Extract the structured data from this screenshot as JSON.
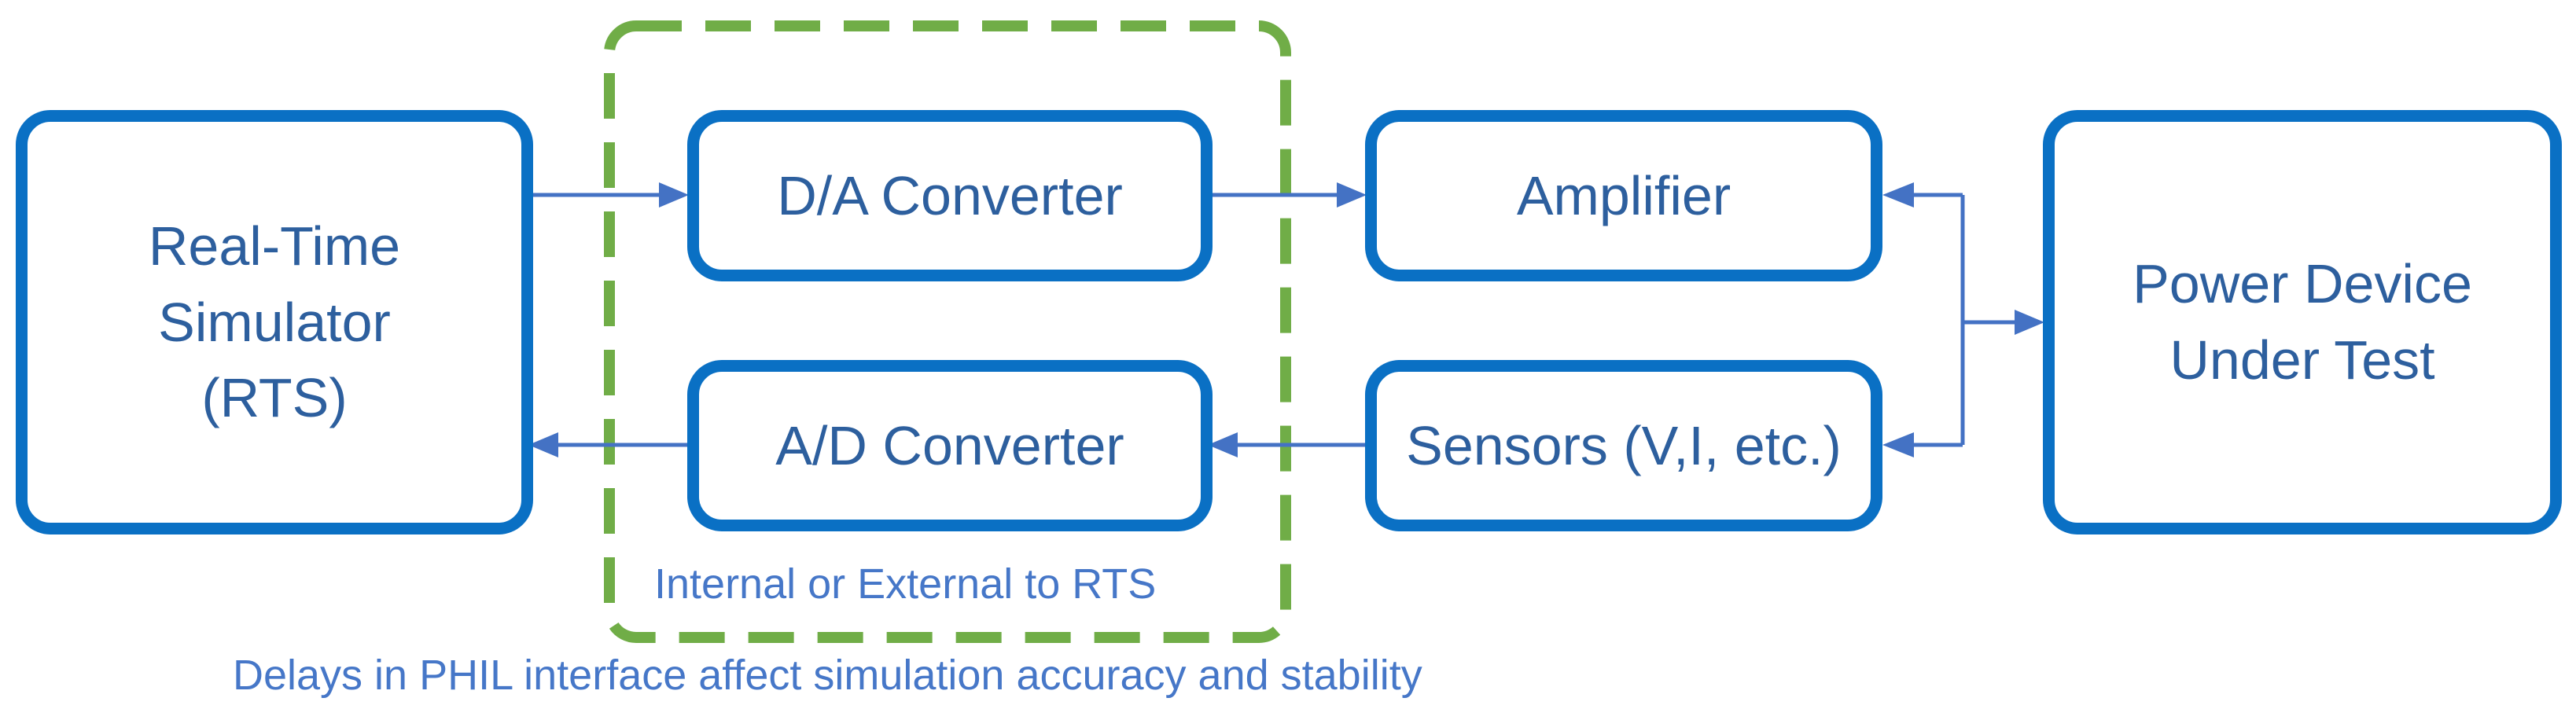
{
  "blocks": {
    "rts": {
      "lines": [
        "Real-Time",
        "Simulator",
        "(RTS)"
      ]
    },
    "da_converter": {
      "label": "D/A Converter"
    },
    "ad_converter": {
      "label": "A/D Converter"
    },
    "amplifier": {
      "label": "Amplifier"
    },
    "sensors": {
      "label": "Sensors (V,I, etc.)"
    },
    "power_device": {
      "lines": [
        "Power Device",
        "Under Test"
      ]
    }
  },
  "annotations": {
    "internal_external": "Internal or External to RTS",
    "caption": "Delays in PHIL interface affect simulation accuracy and stability"
  },
  "colors": {
    "block_border": "#0a70c4",
    "block_text": "#2d5f9e",
    "connector": "#4472c4",
    "dashed_region": "#70ad47",
    "annotation_text": "#4677c8"
  }
}
